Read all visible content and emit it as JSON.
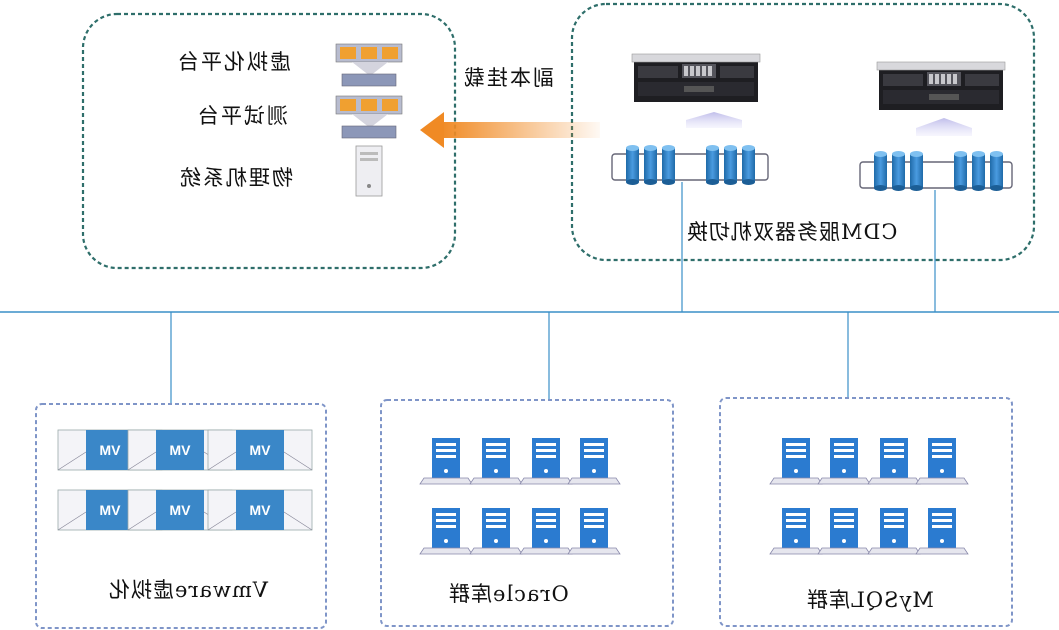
{
  "left_panel": {
    "labels": [
      "虚拟化平台",
      "测试平台",
      "物理机系统"
    ]
  },
  "arrow_label": "副本挂载",
  "right_panel": {
    "caption": "CDM服务器双机切换"
  },
  "groups": [
    {
      "caption": "Vmware虚拟化",
      "tile_label": "VM"
    },
    {
      "caption": "Oracle库群"
    },
    {
      "caption": "MySQL库群"
    }
  ],
  "colors": {
    "panel_border": "#2e6e6a",
    "group_border": "#7f95c8",
    "network_line": "#3a8fc7",
    "arrow": "#f08a24",
    "disk": "#2f7fbf",
    "server_blue": "#2b7bd0",
    "vm_tile": "#3a87c8"
  },
  "icons": [
    "rack-server-icon",
    "disk-array-icon",
    "vm-tile-icon",
    "tower-server-icon",
    "virtualization-stack-icon"
  ]
}
